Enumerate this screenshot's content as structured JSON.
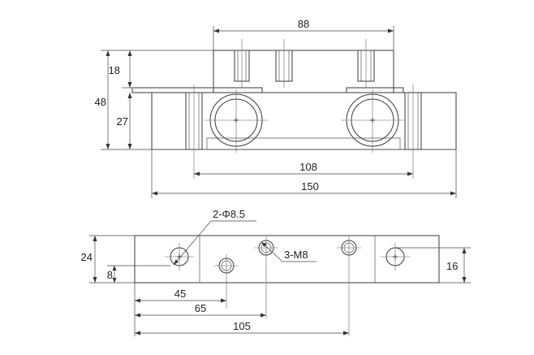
{
  "dimensions": {
    "top_width_88": "88",
    "height_18": "18",
    "height_48": "48",
    "height_27": "27",
    "span_108": "108",
    "length_150": "150",
    "depth_24": "24",
    "offset_8": "8",
    "depth_16": "16",
    "pos_45": "45",
    "pos_65": "65",
    "pos_105": "105"
  },
  "callouts": {
    "mount_holes": "2-Φ8.5",
    "threaded_holes": "3-M8"
  },
  "colors": {
    "line": "#3a3a3a",
    "text": "#222222"
  }
}
